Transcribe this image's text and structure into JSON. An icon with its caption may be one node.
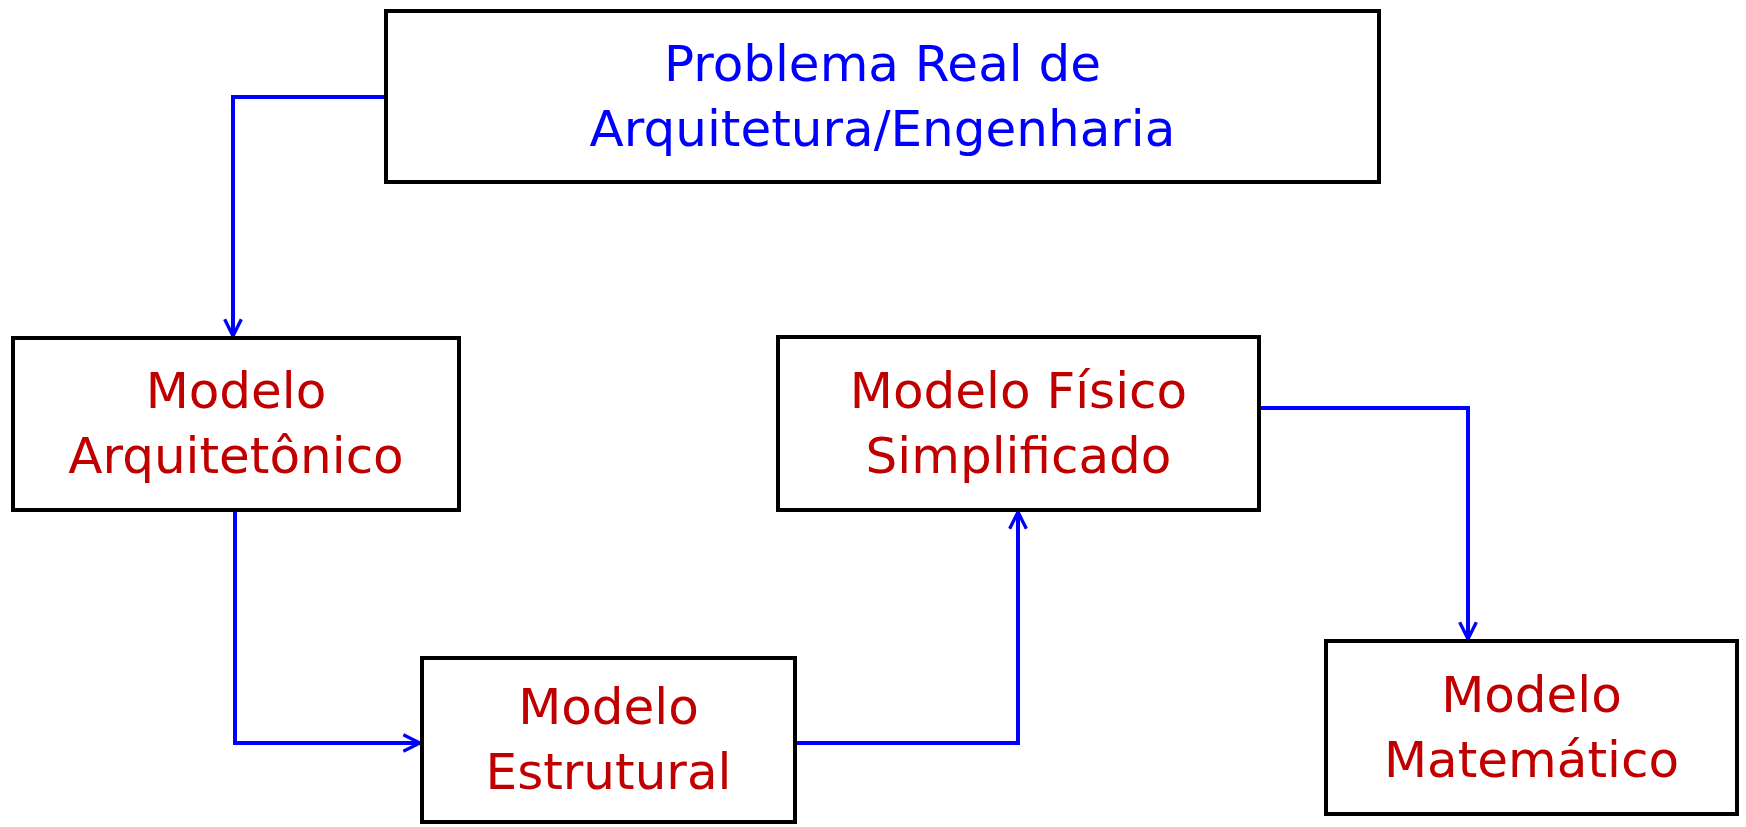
{
  "diagram": {
    "nodes": [
      {
        "text": [
          "Problema Real de Arquitetura/Engenharia"
        ]
      },
      {
        "text": [
          "Modelo Arquitetônico"
        ]
      },
      {
        "text": [
          "Modelo Estrutural"
        ]
      },
      {
        "text": [
          "Modelo Físico Simplificado"
        ]
      },
      {
        "text": [
          "Modelo Matemático"
        ]
      }
    ],
    "edges": [
      {
        "from": 0,
        "to": 1,
        "arrow": "to"
      },
      {
        "from": 1,
        "to": 2,
        "arrow": "to"
      },
      {
        "from": 2,
        "to": 3,
        "arrow": "to"
      },
      {
        "from": 3,
        "to": 4,
        "arrow": "to"
      }
    ]
  }
}
